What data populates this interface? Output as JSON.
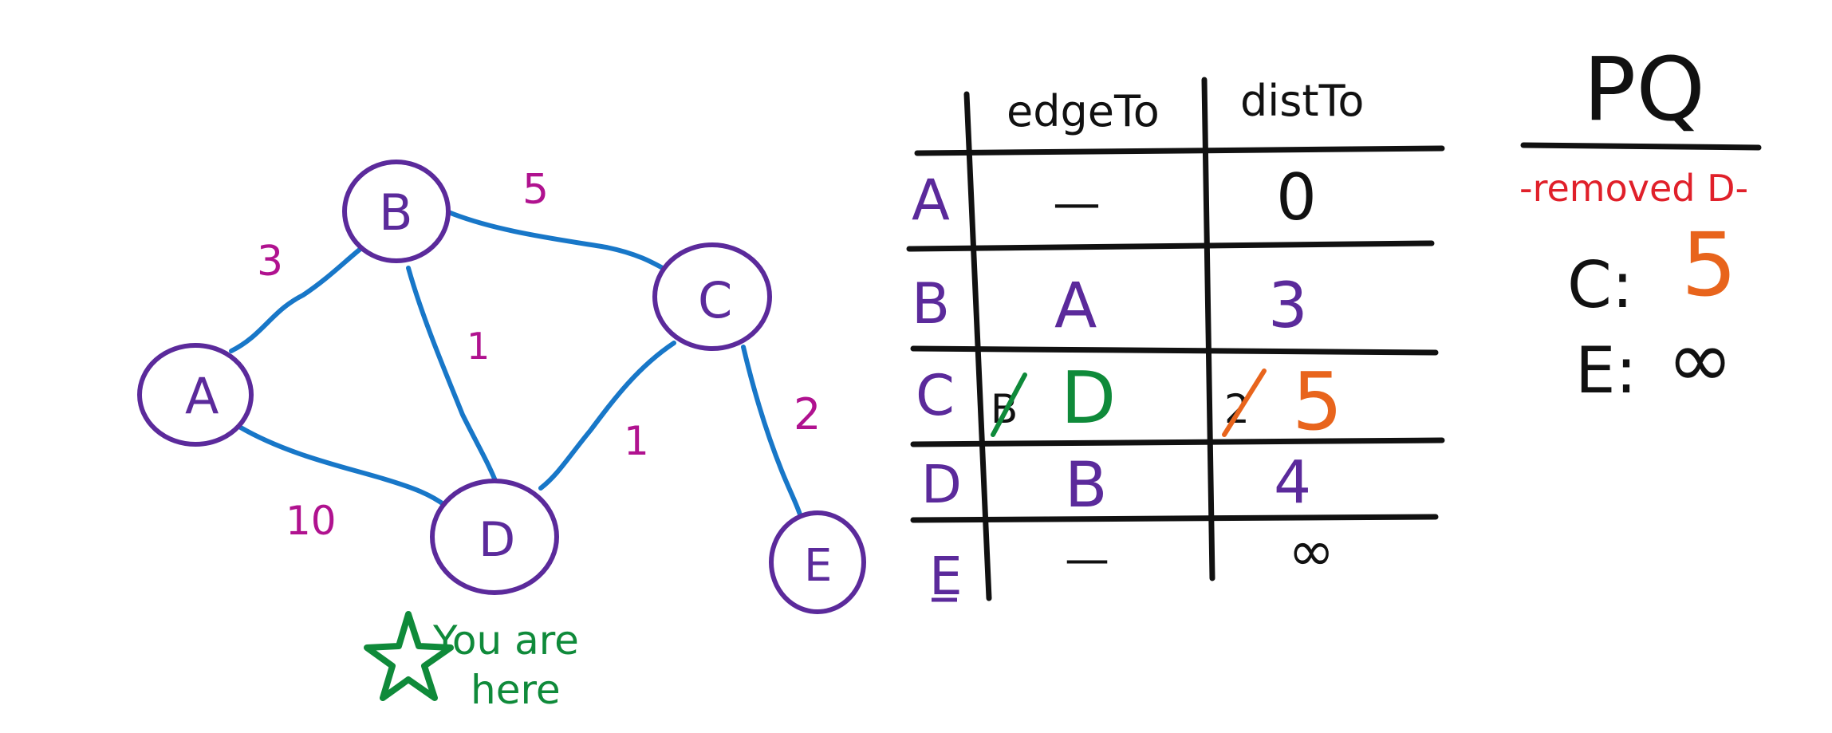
{
  "colors": {
    "node": "#5b2a9b",
    "edge": "#1877c8",
    "weight": "#b0128f",
    "marker": "#0f8a3a",
    "updated": "#e8641c",
    "removed": "#e0202a",
    "ink": "#111111"
  },
  "graph": {
    "nodes": [
      {
        "id": "A",
        "label": "A"
      },
      {
        "id": "B",
        "label": "B"
      },
      {
        "id": "C",
        "label": "C"
      },
      {
        "id": "D",
        "label": "D"
      },
      {
        "id": "E",
        "label": "E"
      }
    ],
    "edges": [
      {
        "from": "A",
        "to": "B",
        "weight": "3"
      },
      {
        "from": "B",
        "to": "C",
        "weight": "5"
      },
      {
        "from": "B",
        "to": "D",
        "weight": "1"
      },
      {
        "from": "A",
        "to": "D",
        "weight": "10"
      },
      {
        "from": "C",
        "to": "D",
        "weight": "1"
      },
      {
        "from": "C",
        "to": "E",
        "weight": "2"
      }
    ],
    "marker_line1": "You are",
    "marker_line2": "here",
    "marker_icon": "star-icon"
  },
  "table": {
    "headers": [
      "edgeTo",
      "distTo"
    ],
    "rows": [
      {
        "vertex": "A",
        "edgeTo": "—",
        "distTo": "0"
      },
      {
        "vertex": "B",
        "edgeTo": "A",
        "distTo": "3"
      },
      {
        "vertex": "C",
        "edgeTo_old": "B",
        "edgeTo": "D",
        "distTo_old": "2",
        "distTo": "5"
      },
      {
        "vertex": "D",
        "edgeTo": "B",
        "distTo": "4"
      },
      {
        "vertex": "E",
        "edgeTo": "—",
        "distTo": "∞"
      }
    ]
  },
  "pq": {
    "title": "PQ",
    "removed_note": "-removed D-",
    "entries": [
      {
        "key": "C:",
        "value": "5"
      },
      {
        "key": "E:",
        "value": "∞"
      }
    ]
  }
}
